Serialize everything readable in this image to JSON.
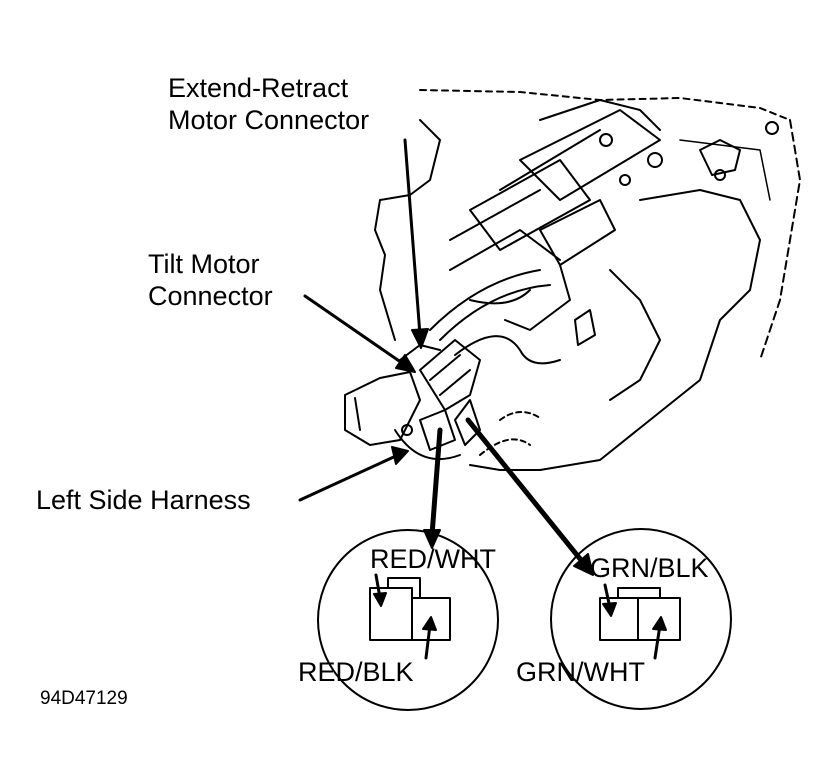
{
  "labels": {
    "extend_retract_line1": "Extend-Retract",
    "extend_retract_line2": "Motor Connector",
    "tilt_line1": "Tilt Motor",
    "tilt_line2": "Connector",
    "left_harness": "Left Side Harness"
  },
  "connector_left": {
    "top_wire": "RED/WHT",
    "bottom_wire": "RED/BLK"
  },
  "connector_right": {
    "top_wire": "GRN/BLK",
    "bottom_wire": "GRN/WHT"
  },
  "figure_code": "94D47129"
}
